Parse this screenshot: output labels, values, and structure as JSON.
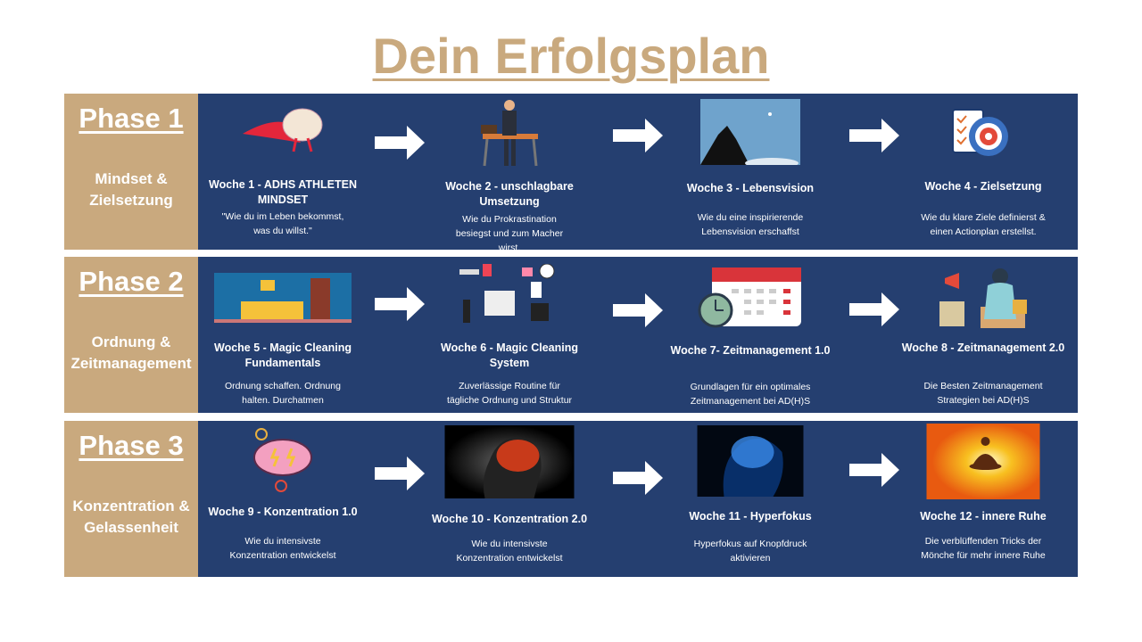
{
  "title": "Dein Erfolgsplan",
  "phases": [
    {
      "label": "Phase 1",
      "subtitle_lines": [
        "Mindset &",
        "Zielsetzung"
      ],
      "weeks": [
        {
          "title": "Woche 1 - ADHS ATHLETEN MINDSET",
          "desc": "\"Wie du im Leben bekommst, was du willst.\"",
          "icon": "superhero-brain-icon"
        },
        {
          "title": "Woche 2 - unschlagbare Umsetzung",
          "desc": "Wie du Prokrastination besiegst und zum Macher wirst.",
          "icon": "businessman-desk-icon"
        },
        {
          "title": "Woche 3 - Lebensvision",
          "desc": "Wie du eine  inspirierende Lebensvision erschaffst",
          "icon": "mountain-telescope-icon"
        },
        {
          "title": "Woche 4 - Zielsetzung",
          "desc": "Wie du klare Ziele definierst & einen Actionplan erstellst.",
          "icon": "target-checklist-icon"
        }
      ]
    },
    {
      "label": "Phase 2",
      "subtitle_lines": [
        "Ordnung &",
        "Zeitmanagement"
      ],
      "weeks": [
        {
          "title": "Woche 5 - Magic Cleaning Fundamentals",
          "desc": "Ordnung schaffen. Ordnung halten. Durchatmen",
          "icon": "tidy-bedroom-icon"
        },
        {
          "title": "Woche 6 - Magic Cleaning System",
          "desc": "Zuverlässige Routine für tägliche Ordnung und Struktur",
          "icon": "organized-office-icon"
        },
        {
          "title": "Woche 7- Zeitmanagement 1.0",
          "desc": "Grundlagen für ein optimales Zeitmanagement bei AD(H)S",
          "icon": "calendar-clock-icon"
        },
        {
          "title": "Woche 8 - Zeitmanagement 2.0",
          "desc": "Die Besten  Zeitmanagement Strategien bei AD(H)S",
          "icon": "presenter-megaphone-icon"
        }
      ]
    },
    {
      "label": "Phase 3",
      "subtitle_lines": [
        "Konzentration &",
        "Gelassenheit"
      ],
      "weeks": [
        {
          "title": "Woche 9 -  Konzentration  1.0",
          "desc": "Wie du intensivste Konzentration entwickelst",
          "icon": "brain-lightning-icon"
        },
        {
          "title": "Woche 10 - Konzentration 2.0",
          "desc": "Wie du intensivste Konzentration entwickelst",
          "icon": "glowing-brain-head-icon"
        },
        {
          "title": "Woche 11 - Hyperfokus",
          "desc": "Hyperfokus auf Knopfdruck aktivieren",
          "icon": "neural-head-icon"
        },
        {
          "title": "Woche 12 - innere Ruhe",
          "desc": "Die  verblüffenden Tricks der Mönche für mehr innere Ruhe",
          "icon": "meditation-sunset-icon"
        }
      ]
    }
  ],
  "colors": {
    "tan": "#C9A97E",
    "navy": "#253F70"
  }
}
